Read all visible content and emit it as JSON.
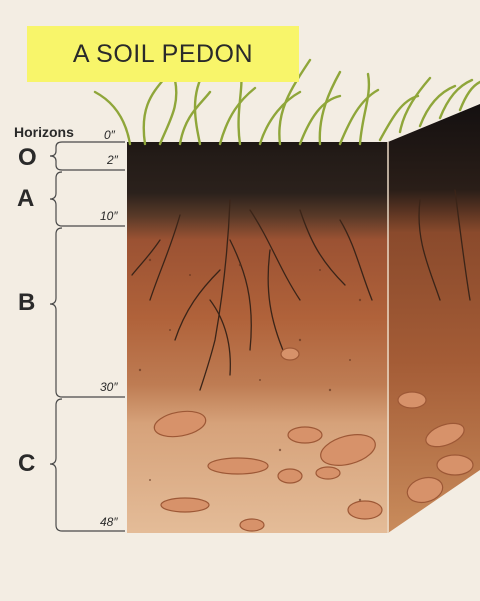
{
  "title": "A SOIL PEDON",
  "horizons_heading": "Horizons",
  "horizons": [
    {
      "letter": "O",
      "top_depth": "0″",
      "bottom_depth": "2″"
    },
    {
      "letter": "A",
      "top_depth": "2″",
      "bottom_depth": "10″"
    },
    {
      "letter": "B",
      "top_depth": "10″",
      "bottom_depth": "30″"
    },
    {
      "letter": "C",
      "top_depth": "30″",
      "bottom_depth": "48″"
    }
  ],
  "depth_marks": [
    "0″",
    "2″",
    "10″",
    "30″",
    "48″"
  ],
  "colors": {
    "title_background": "#f8f56a",
    "grass": "#8fa63a",
    "o_horizon": "#201a16",
    "a_horizon": "#3e2c22",
    "b_horizon": "#b2643b",
    "c_horizon": "#d9a67a",
    "roots": "#3a2418"
  }
}
